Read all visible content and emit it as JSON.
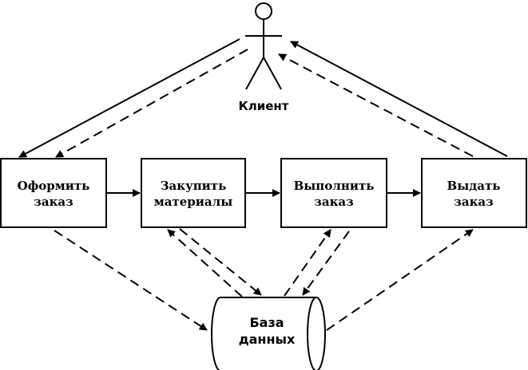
{
  "actor": {
    "label": "Клиент"
  },
  "processes": [
    {
      "line1": "Оформить",
      "line2": "заказ"
    },
    {
      "line1": "Закупить",
      "line2": "материалы"
    },
    {
      "line1": "Выполнить",
      "line2": "заказ"
    },
    {
      "line1": "Выдать",
      "line2": "заказ"
    }
  ],
  "database": {
    "line1": "База",
    "line2": "данных"
  },
  "colors": {
    "stroke": "#000000",
    "background": "#ffffff"
  }
}
